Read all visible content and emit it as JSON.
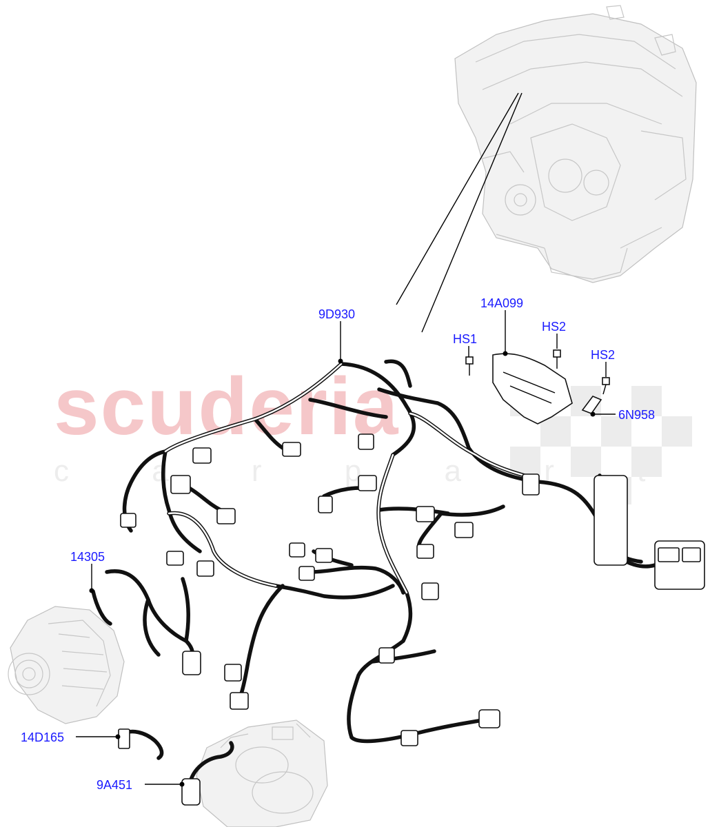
{
  "watermark": {
    "brand": "scuderia",
    "tagline": "c a r   p a r t s"
  },
  "labels": {
    "harness_main": "9D930",
    "shield": "14A099",
    "bolt_hs1": "HS1",
    "bolt_hs2_a": "HS2",
    "bolt_hs2_b": "HS2",
    "clip": "6N958",
    "alternator_harness": "14305",
    "bracket": "14D165",
    "starter_harness": "9A451"
  }
}
